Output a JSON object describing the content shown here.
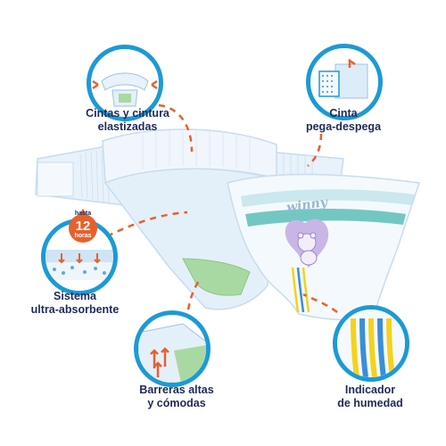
{
  "brand": {
    "logo": "winny"
  },
  "features": {
    "cintas": {
      "label": "Cintas y cintura\nelastizadas",
      "icon": "elastic-waist-icon"
    },
    "pega": {
      "label": "Cinta\npega-despega",
      "icon": "refastenable-tape-icon"
    },
    "sistema": {
      "label": "Sistema\nultra-absorbente",
      "icon": "absorbent-layer-icon",
      "badge": {
        "top": "hasta",
        "number": "12",
        "bottom": "horas"
      }
    },
    "barreras": {
      "label": "Barreras altas\ny cómodas",
      "icon": "leak-barrier-icon"
    },
    "indicador": {
      "label": "Indicador\nde humedad",
      "icon": "wetness-indicator-icon"
    }
  },
  "colors": {
    "circle_border": "#1c9ad6",
    "label_text": "#1e2a5a",
    "connector": "#e8602c",
    "diaper_body": "#eef5fb",
    "diaper_outline": "#c7dced",
    "stripe_teal": "#48b5ad",
    "indicator_yellow": "#f4d21c",
    "indicator_blue": "#3a8ed8"
  }
}
